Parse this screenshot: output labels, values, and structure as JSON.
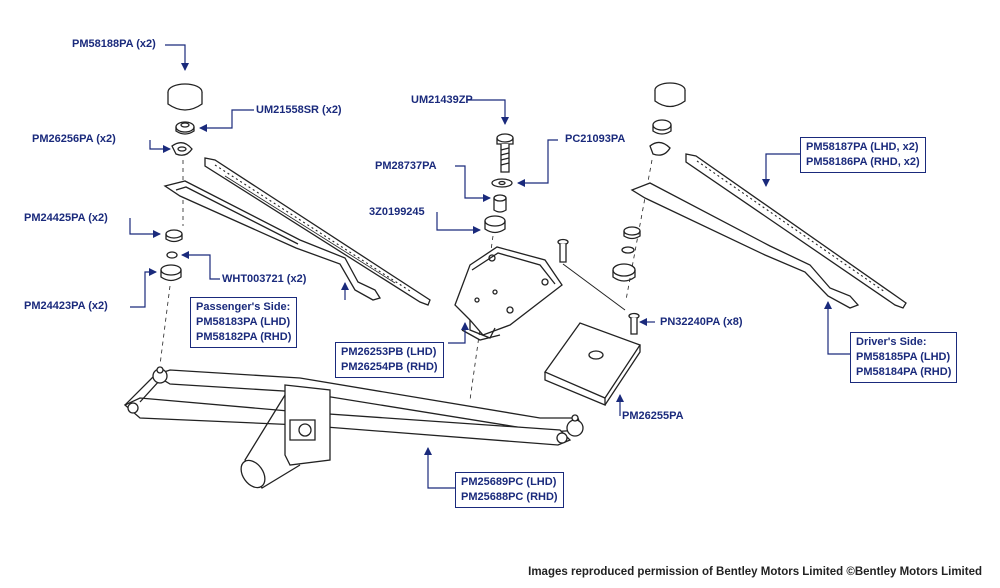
{
  "labels": {
    "pm58188pa": "PM58188PA (x2)",
    "um21558sr": "UM21558SR (x2)",
    "pm26256pa": "PM26256PA (x2)",
    "pm24425pa": "PM24425PA (x2)",
    "wht003721": "WHT003721 (x2)",
    "pm24423pa": "PM24423PA (x2)",
    "um21439zp": "UM21439ZP",
    "pc21093pa": "PC21093PA",
    "pm28737pa": "PM28737PA",
    "z0199245": "3Z0199245",
    "pn32240pa": "PN32240PA (x8)",
    "pm26255pa": "PM26255PA"
  },
  "boxes": {
    "passenger_side": {
      "title": "Passenger's Side:",
      "lhd": "PM58183PA (LHD)",
      "rhd": "PM58182PA (RHD)"
    },
    "pm26253": {
      "lhd": "PM26253PB (LHD)",
      "rhd": "PM26254PB (RHD)"
    },
    "pm58187": {
      "lhd": "PM58187PA (LHD, x2)",
      "rhd": "PM58186PA (RHD, x2)"
    },
    "driver_side": {
      "title": "Driver's Side:",
      "lhd": "PM58185PA (LHD)",
      "rhd": "PM58184PA (RHD)"
    },
    "pm25689": {
      "lhd": "PM25689PC (LHD)",
      "rhd": "PM25688PC (RHD)"
    }
  },
  "credit": "Images reproduced permission of Bentley Motors Limited ©Bentley Motors Limited",
  "colors": {
    "label": "#1a2a7c",
    "leader": "#1a2a7c",
    "drawing": "#222222"
  }
}
